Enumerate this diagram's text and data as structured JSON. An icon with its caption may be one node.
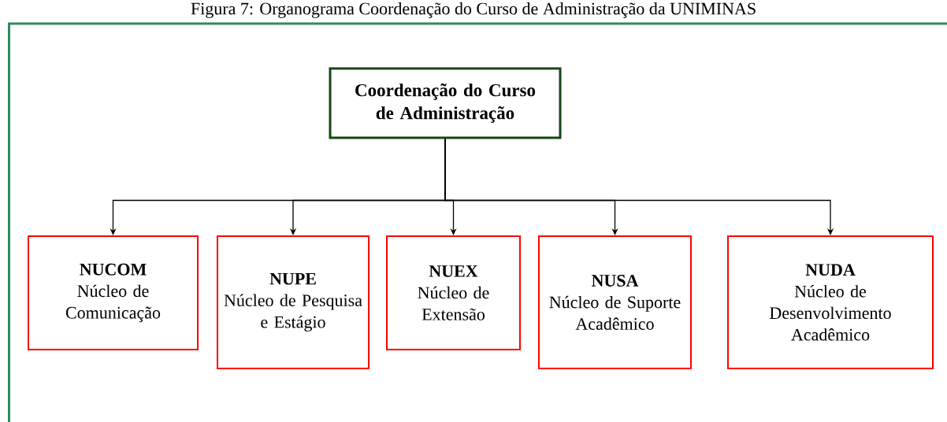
{
  "diagram": {
    "title": "Figura 7: Organograma Coordenação do Curso de Administração da UNIMINAS",
    "nodes": [
      {
        "text": [
          "Coordenação do Curso de Administração"
        ]
      },
      {
        "text": [
          "NUCOM",
          "Núcleo de Comunicação"
        ]
      },
      {
        "text": [
          "NUPE",
          "Núcleo de Pesquisa e Estágio"
        ]
      },
      {
        "text": [
          "NUEX",
          "Núcleo de Extensão"
        ]
      },
      {
        "text": [
          "NUSA",
          "Núcleo de Suporte Acadêmico"
        ]
      },
      {
        "text": [
          "NUDA",
          "Núcleo de Desenvolvimento Acadêmico"
        ]
      }
    ],
    "edges": [
      {
        "from": 0,
        "to": 1,
        "arrow": "to"
      },
      {
        "from": 0,
        "to": 2,
        "arrow": "to"
      },
      {
        "from": 0,
        "to": 3,
        "arrow": "to"
      },
      {
        "from": 0,
        "to": 4,
        "arrow": "to"
      },
      {
        "from": 0,
        "to": 5,
        "arrow": "to"
      }
    ]
  }
}
